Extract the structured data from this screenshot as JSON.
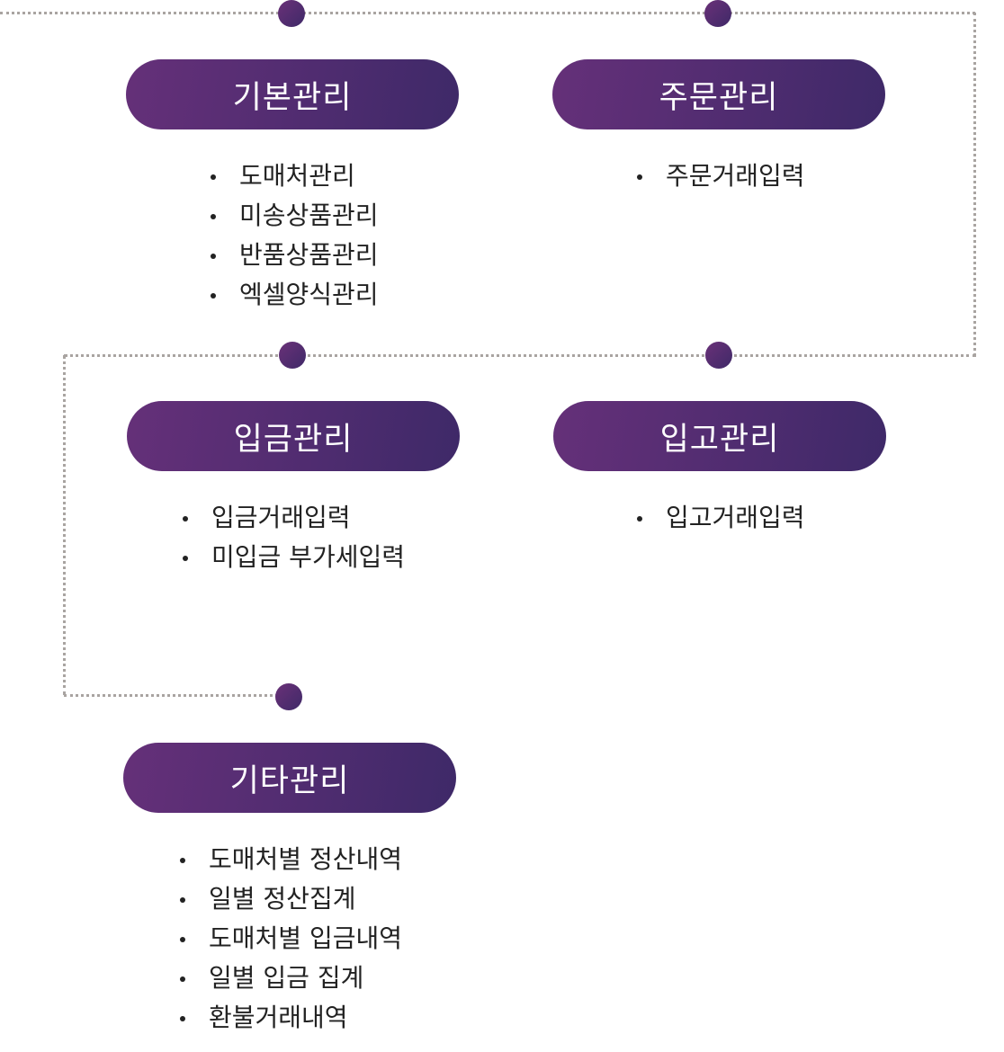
{
  "diagram": {
    "colors": {
      "pill_gradient_start": "#653079",
      "pill_gradient_end": "#3e2968",
      "connector": "#a9a4a1",
      "text": "#222222",
      "pill_text": "#ffffff"
    },
    "sections": [
      {
        "title": "기본관리",
        "items": [
          "도매처관리",
          "미송상품관리",
          "반품상품관리",
          "엑셀양식관리"
        ]
      },
      {
        "title": "주문관리",
        "items": [
          "주문거래입력"
        ]
      },
      {
        "title": "입금관리",
        "items": [
          "입금거래입력",
          "미입금 부가세입력"
        ]
      },
      {
        "title": "입고관리",
        "items": [
          "입고거래입력"
        ]
      },
      {
        "title": "기타관리",
        "items": [
          "도매처별 정산내역",
          "일별 정산집계",
          "도매처별 입금내역",
          "일별 입금 집계",
          "환불거래내역"
        ]
      }
    ]
  }
}
